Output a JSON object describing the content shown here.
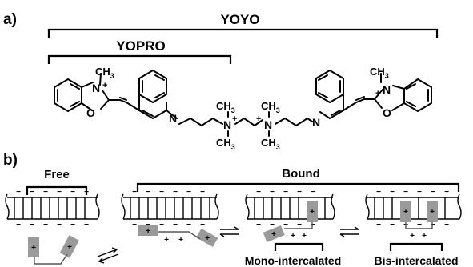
{
  "panel_a": {
    "label": "a)",
    "bracket_outer": "YOYO",
    "bracket_inner": "YOPRO",
    "atoms": {
      "methyl": "CH",
      "methyl_sub": "3",
      "nitrogen": "N",
      "oxygen": "O",
      "plus": "+"
    }
  },
  "panel_b": {
    "label": "b)",
    "free_label": "Free",
    "bound_label": "Bound",
    "mono_label": "Mono-intercalated",
    "bis_label": "Bis-intercalated",
    "minus": "−",
    "plus": "+"
  }
}
